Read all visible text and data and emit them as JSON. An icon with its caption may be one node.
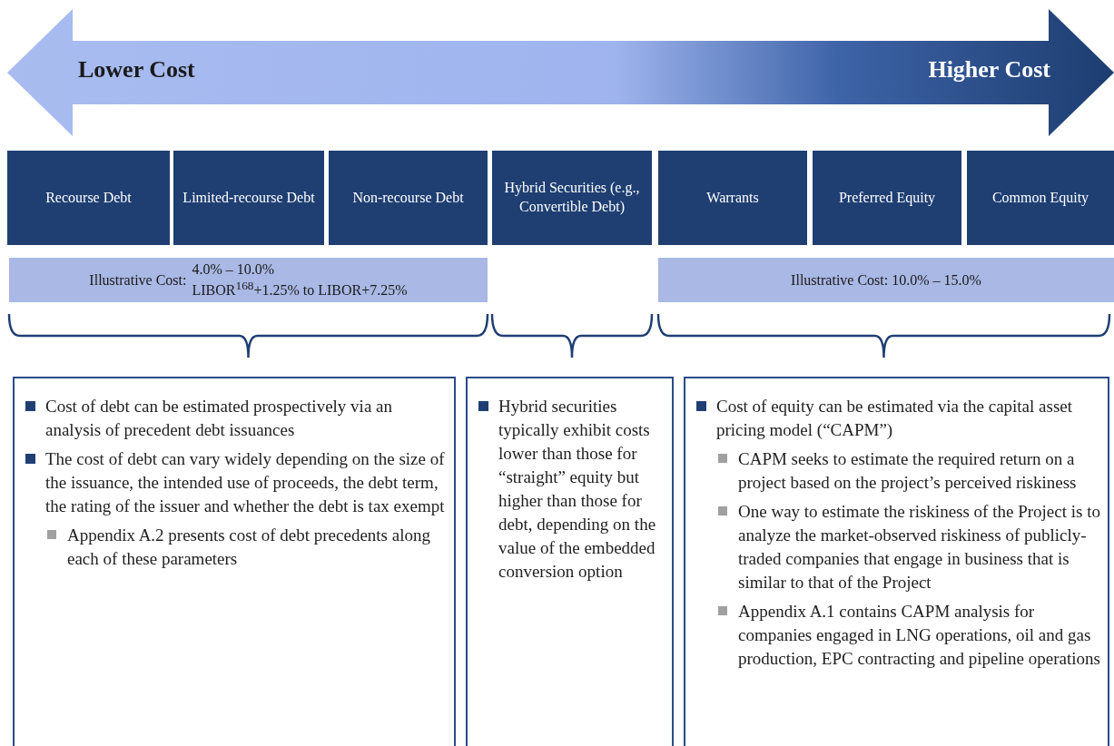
{
  "diagram": {
    "nodes": [
      {
        "text": [
          "Lower Cost",
          "Higher Cost"
        ]
      },
      {
        "text": [
          "Recourse Debt"
        ]
      },
      {
        "text": [
          "Limited-recourse Debt"
        ]
      },
      {
        "text": [
          "Non-recourse Debt"
        ]
      },
      {
        "text": [
          "Hybrid Securities (e.g., Convertible Debt)"
        ]
      },
      {
        "text": [
          "Warrants"
        ]
      },
      {
        "text": [
          "Preferred Equity"
        ]
      },
      {
        "text": [
          "Common Equity"
        ]
      },
      {
        "text": [
          "Illustrative Cost:",
          "4.0% – 10.0%",
          "LIBOR$^{168}$+1.25% to LIBOR+7.25%"
        ]
      },
      {
        "text": [
          "Illustrative Cost: 10.0% – 15.0%"
        ]
      },
      {
        "text": [
          "Cost of debt can be estimated prospectively via an analysis of precedent debt issuances",
          "The cost of debt can vary widely depending on the size of the issuance, the intended use of proceeds, the debt term, the rating of the issuer and whether the debt is tax exempt",
          "Appendix A.2 presents cost of debt precedents along each of these parameters"
        ]
      },
      {
        "text": [
          "Hybrid securities typically exhibit costs lower than those for “straight” equity but higher than those for debt, depending on the value of the embedded conversion option"
        ]
      },
      {
        "text": [
          "Cost of equity can be estimated via the capital asset pricing model (“CAPM”)",
          "CAPM seeks to estimate the required return on a project based on the project’s perceived riskiness",
          "One way to estimate the riskiness of the Project is to analyze the market-observed riskiness of publicly-traded companies that engage in business that is similar to that of the Project",
          "Appendix A.1 contains CAPM analysis for companies engaged in LNG operations, oil and gas production, EPC contracting and pipeline operations"
        ]
      }
    ]
  }
}
